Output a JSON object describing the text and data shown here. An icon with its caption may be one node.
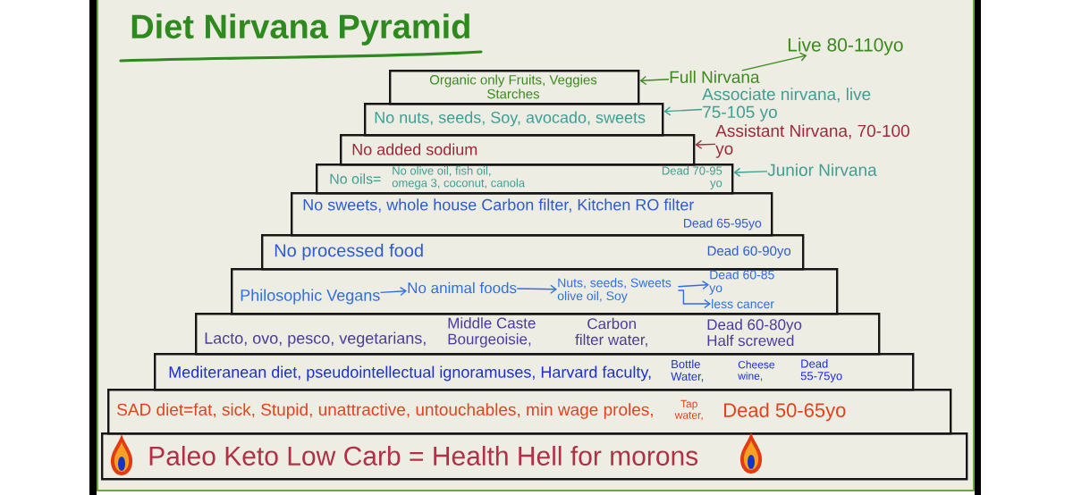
{
  "diagram": {
    "title": "Diet Nirvana Pyramid",
    "nodes": [
      {
        "text": [
          "Organic only Fruits, Veggies Starches"
        ]
      },
      {
        "text": [
          "No nuts, seeds, Soy, avocado, sweets"
        ]
      },
      {
        "text": [
          "No added sodium"
        ]
      },
      {
        "text": [
          "No oils=",
          "No olive oil, fish oil, omega 3, coconut, canola",
          "Dead 70-95 yo"
        ]
      },
      {
        "text": [
          "No sweets, whole house Carbon filter, Kitchen RO filter",
          "Dead 65-95yo"
        ]
      },
      {
        "text": [
          "No processed food",
          "Dead 60-90yo"
        ]
      },
      {
        "text": [],
        "shape": "box"
      },
      {
        "text": [
          "Philosophic Vegans"
        ],
        "in": 6
      },
      {
        "text": [
          "No animal foods"
        ],
        "in": 6
      },
      {
        "text": [
          "Nuts, seeds, Sweets olive oil, Soy"
        ],
        "in": 6
      },
      {
        "text": [
          "Dead 60-85 yo"
        ],
        "in": 6
      },
      {
        "text": [
          "less cancer"
        ],
        "in": 6
      },
      {
        "text": [
          "Lacto, ovo, pesco, vegetarians,",
          "Middle Caste Bourgeoisie,",
          "Carbon filter water,",
          "Dead 60-80yo Half screwed"
        ]
      },
      {
        "text": [
          "Mediteranean diet, pseudointellectual ignoramuses, Harvard faculty,",
          "Bottle Water,",
          "Cheese wine,",
          "Dead 55-75yo"
        ]
      },
      {
        "text": [
          "SAD diet=fat, sick, Stupid, unattractive, untouchables, min wage proles,",
          "Tap water,",
          "Dead 50-65yo"
        ]
      },
      {
        "text": [
          "Paleo Keto Low Carb = Health Hell for morons"
        ]
      },
      {
        "text": [
          "Full Nirvana"
        ]
      },
      {
        "text": [
          "Live 80-110yo"
        ]
      },
      {
        "text": [
          "Associate nirvana, live 75-105 yo"
        ]
      },
      {
        "text": [
          "Assistant Nirvana, 70-100 yo"
        ]
      },
      {
        "text": [
          "Junior Nirvana"
        ]
      }
    ],
    "edges": [
      {
        "from": 16,
        "to": 0,
        "arrow": "to",
        "color": "#3a8a1c"
      },
      {
        "from": 16,
        "to": 17,
        "arrow": "to",
        "color": "#3a8a1c"
      },
      {
        "from": 18,
        "to": 1,
        "arrow": "to",
        "color": "#3f9e92"
      },
      {
        "from": 19,
        "to": 2,
        "arrow": "to",
        "color": "#a0283a"
      },
      {
        "from": 20,
        "to": 3,
        "arrow": "to",
        "color": "#3f9e92"
      },
      {
        "from": 7,
        "to": 8,
        "arrow": "to"
      },
      {
        "from": 8,
        "to": 9,
        "arrow": "to"
      },
      {
        "from": 9,
        "to": 10,
        "arrow": "to"
      },
      {
        "from": 9,
        "to": 11,
        "arrow": "to"
      }
    ]
  }
}
